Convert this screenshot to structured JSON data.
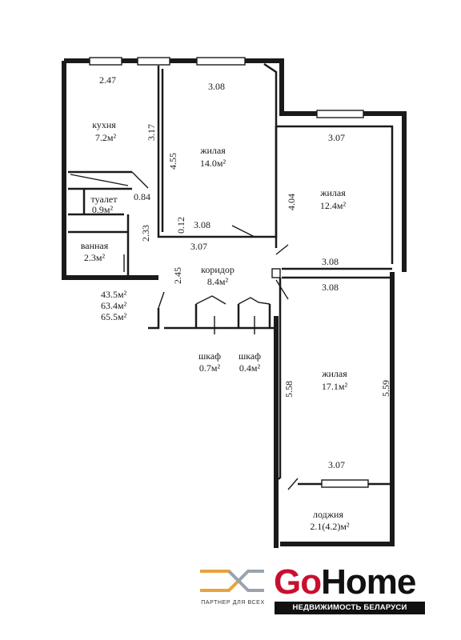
{
  "rooms": {
    "kitchen": {
      "name": "кухня",
      "area": "7.2м²"
    },
    "toilet": {
      "name": "туалет",
      "area": "0.9м²"
    },
    "bathroom": {
      "name": "ванная",
      "area": "2.3м²"
    },
    "living1": {
      "name": "жилая",
      "area": "14.0м²"
    },
    "living2": {
      "name": "жилая",
      "area": "12.4м²"
    },
    "living3": {
      "name": "жилая",
      "area": "17.1м²"
    },
    "corridor": {
      "name": "коридор",
      "area": "8.4м²"
    },
    "closet1": {
      "name": "шкаф",
      "area": "0.7м²"
    },
    "closet2": {
      "name": "шкаф",
      "area": "0.4м²"
    },
    "loggia": {
      "name": "лоджия",
      "area": "2.1(4.2)м²"
    }
  },
  "totals": [
    "43.5м²",
    "63.4м²",
    "65.5м²"
  ],
  "dimensions": {
    "kitchen_width": "2.47",
    "kitchen_depth": "3.17",
    "living1_top": "3.08",
    "living1_side": "4.55",
    "living1_bottom": "3.08",
    "living1_wall": "0.12",
    "living1_outer": "3.07",
    "passage": "0.84",
    "bath_depth": "2.33",
    "corridor_depth": "2.45",
    "living2_top": "3.07",
    "living2_side": "4.04",
    "living2_bottom": "3.08",
    "living3_top": "3.08",
    "living3_left": "5.58",
    "living3_right": "5.59",
    "living3_bottom": "3.07"
  },
  "logo": {
    "partner": "ПАРТНЕР ДЛЯ ВСЕХ",
    "brand_go": "Go",
    "brand_home": "Home",
    "tagline": "НЕДВИЖИМОСТЬ БЕЛАРУСИ",
    "mark_color": "#e8a33c",
    "accent_color": "#c8102e"
  }
}
